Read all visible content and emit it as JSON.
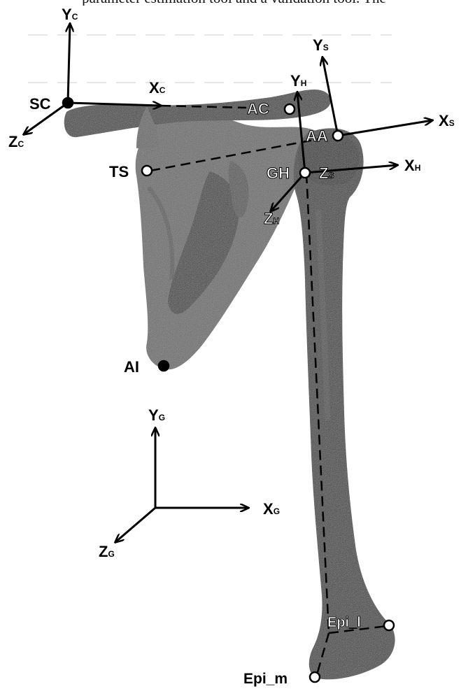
{
  "top_text": "parameter estimation tool and a validation tool. The",
  "frames": {
    "clavicle": {
      "x": "X",
      "y": "Y",
      "z": "Z",
      "sub": "C"
    },
    "scapula": {
      "x": "X",
      "y": "Y",
      "z": "Z",
      "sub": "S"
    },
    "humerus": {
      "x": "X",
      "y": "Y",
      "z": "Z",
      "sub": "H"
    },
    "global": {
      "x": "X",
      "y": "Y",
      "z": "Z",
      "sub": "G"
    }
  },
  "landmarks": {
    "sc": "SC",
    "ac": "AC",
    "aa": "AA",
    "ts": "TS",
    "gh": "GH",
    "ai": "AI",
    "epi_l": "Epi_l",
    "epi_m": "Epi_m"
  },
  "colors": {
    "bone": "#4a4a4a",
    "bone_dark": "#2e2e2e",
    "scapula": "#6e6e6e",
    "scapula_dark": "#3f3f3f",
    "ink": "#000000",
    "label_on_bone": "#ffffff"
  }
}
